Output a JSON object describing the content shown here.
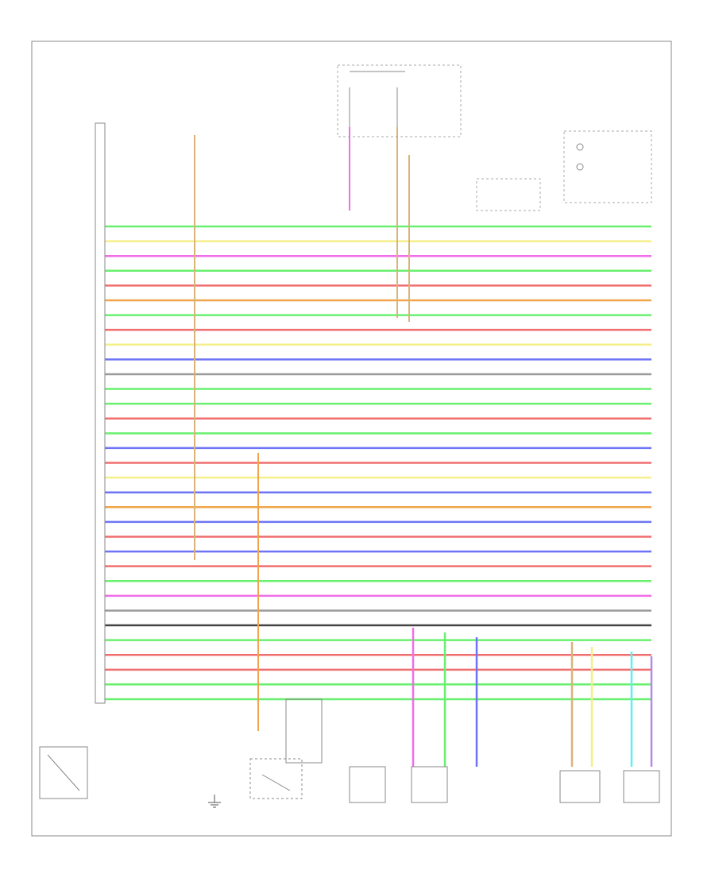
{
  "diagram": {
    "title": "",
    "footer_code": "",
    "labels": {
      "top_fuse": "",
      "top_fuse_a": "",
      "top_fuse_b": "",
      "top_right_box": "",
      "left_block_1": "",
      "left_block_2": "",
      "bottom_left_device": "",
      "bottom_left_device_2": "",
      "bottom_components": [
        "",
        "",
        "",
        "",
        "",
        "",
        "",
        ""
      ]
    }
  },
  "colors": {
    "yellow": "#f5ef8a",
    "orange": "#f0a54a",
    "tan": "#d9b47a",
    "pink": "#f06ee8",
    "green": "#69f06e",
    "blue": "#6e74f5",
    "red": "#f06e6e",
    "cyan": "#5ef0f0",
    "gray": "#9a9a9a",
    "black": "#444444",
    "violet": "#b48ae8"
  },
  "wires": [
    {
      "color": "green"
    },
    {
      "color": "yellow"
    },
    {
      "color": "pink"
    },
    {
      "color": "green"
    },
    {
      "color": "red"
    },
    {
      "color": "orange"
    },
    {
      "color": "green"
    },
    {
      "color": "red"
    },
    {
      "color": "yellow"
    },
    {
      "color": "blue"
    },
    {
      "color": "gray"
    },
    {
      "color": "green"
    },
    {
      "color": "green"
    },
    {
      "color": "red"
    },
    {
      "color": "green"
    },
    {
      "color": "blue"
    },
    {
      "color": "red"
    },
    {
      "color": "yellow"
    },
    {
      "color": "blue"
    },
    {
      "color": "orange"
    },
    {
      "color": "blue"
    },
    {
      "color": "red"
    },
    {
      "color": "blue"
    },
    {
      "color": "red"
    },
    {
      "color": "green"
    },
    {
      "color": "pink"
    },
    {
      "color": "gray"
    },
    {
      "color": "black"
    },
    {
      "color": "green"
    },
    {
      "color": "red"
    },
    {
      "color": "red"
    },
    {
      "color": "green"
    },
    {
      "color": "green"
    }
  ]
}
